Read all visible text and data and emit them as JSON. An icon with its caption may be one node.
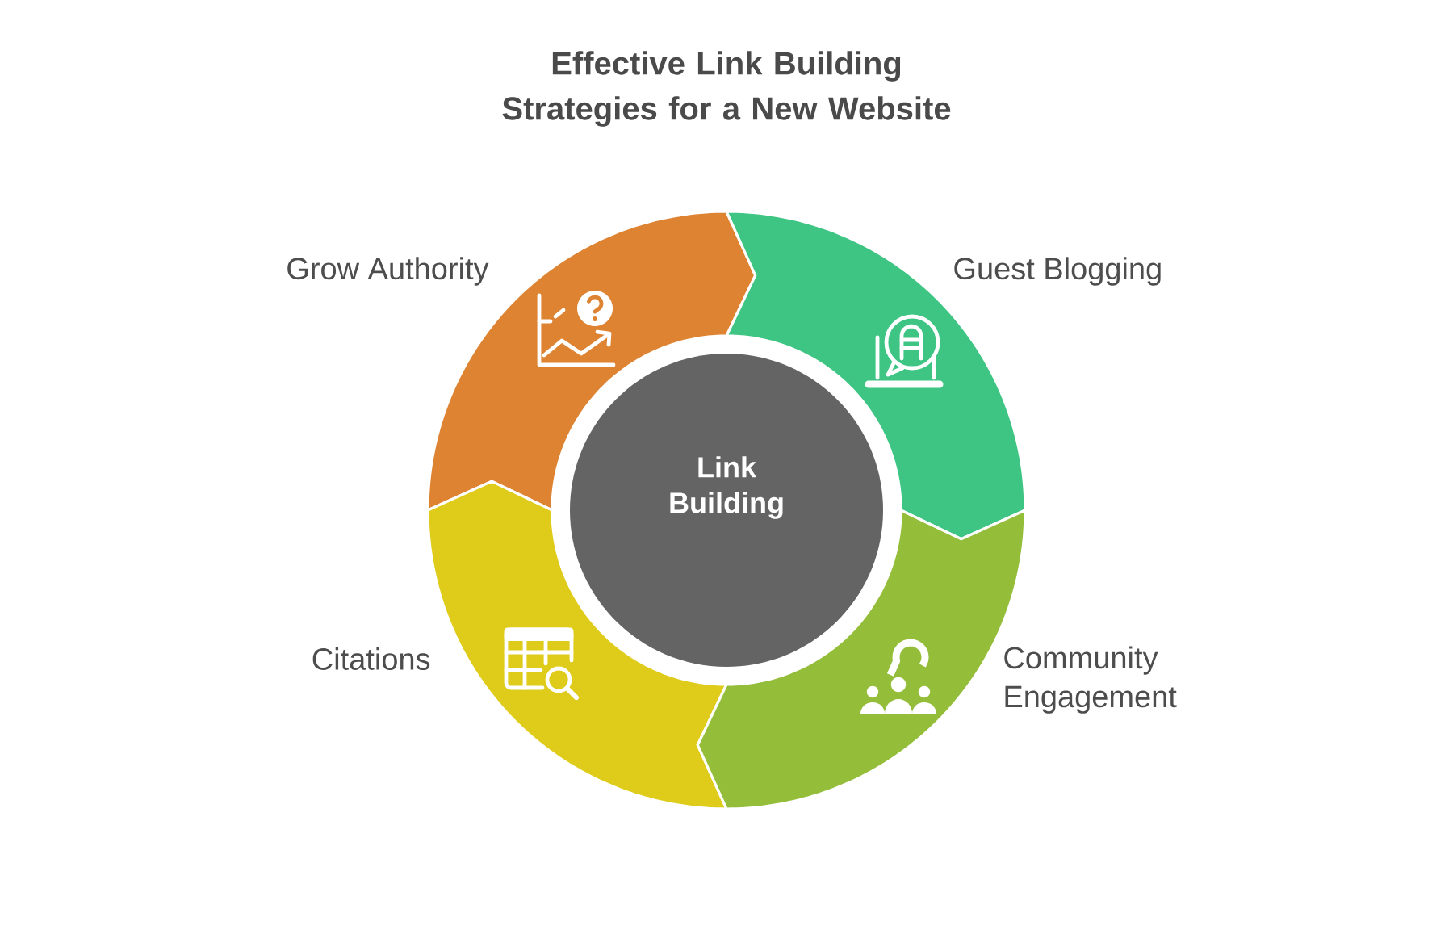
{
  "diagram": {
    "title": "Effective Link Building Strategies for a New Website",
    "nodes": [
      {
        "text": [],
        "shape": "arc",
        "beside": [
          "Grow Authority"
        ]
      },
      {
        "text": [],
        "shape": "arc",
        "beside": [
          "Guest Blogging"
        ]
      },
      {
        "text": [
          "Link Building"
        ]
      },
      {
        "text": [],
        "shape": "arc",
        "beside": [
          "Citations"
        ]
      },
      {
        "text": [],
        "shape": "arc",
        "beside": [
          "Community Engagement"
        ]
      }
    ]
  }
}
